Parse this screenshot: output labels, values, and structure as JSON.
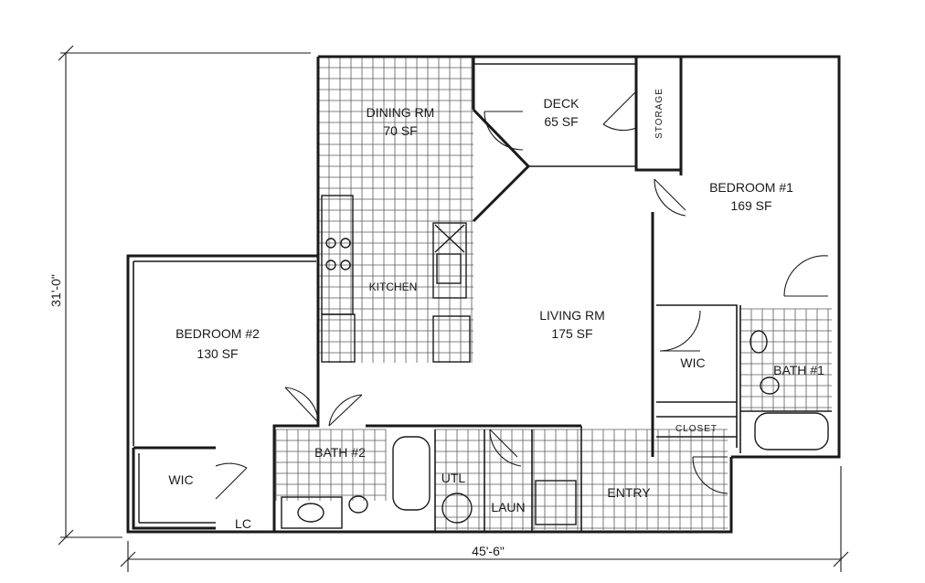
{
  "dimensions": {
    "width_label": "45'-6\"",
    "height_label": "31'-0\""
  },
  "rooms": {
    "dining": {
      "name": "DINING RM",
      "area": "70 SF"
    },
    "deck": {
      "name": "DECK",
      "area": "65 SF"
    },
    "storage": {
      "name": "STORAGE"
    },
    "bedroom1": {
      "name": "BEDROOM #1",
      "area": "169 SF"
    },
    "bedroom2": {
      "name": "BEDROOM #2",
      "area": "130 SF"
    },
    "kitchen": {
      "name": "KITCHEN"
    },
    "living": {
      "name": "LIVING RM",
      "area": "175 SF"
    },
    "wic1": {
      "name": "WIC"
    },
    "bath1": {
      "name": "BATH #1"
    },
    "closet": {
      "name": "CLOSET"
    },
    "bath2": {
      "name": "BATH #2"
    },
    "wic2": {
      "name": "WIC"
    },
    "utl": {
      "name": "UTL"
    },
    "laun": {
      "name": "LAUN"
    },
    "lc": {
      "name": "LC"
    },
    "entry": {
      "name": "ENTRY"
    }
  }
}
